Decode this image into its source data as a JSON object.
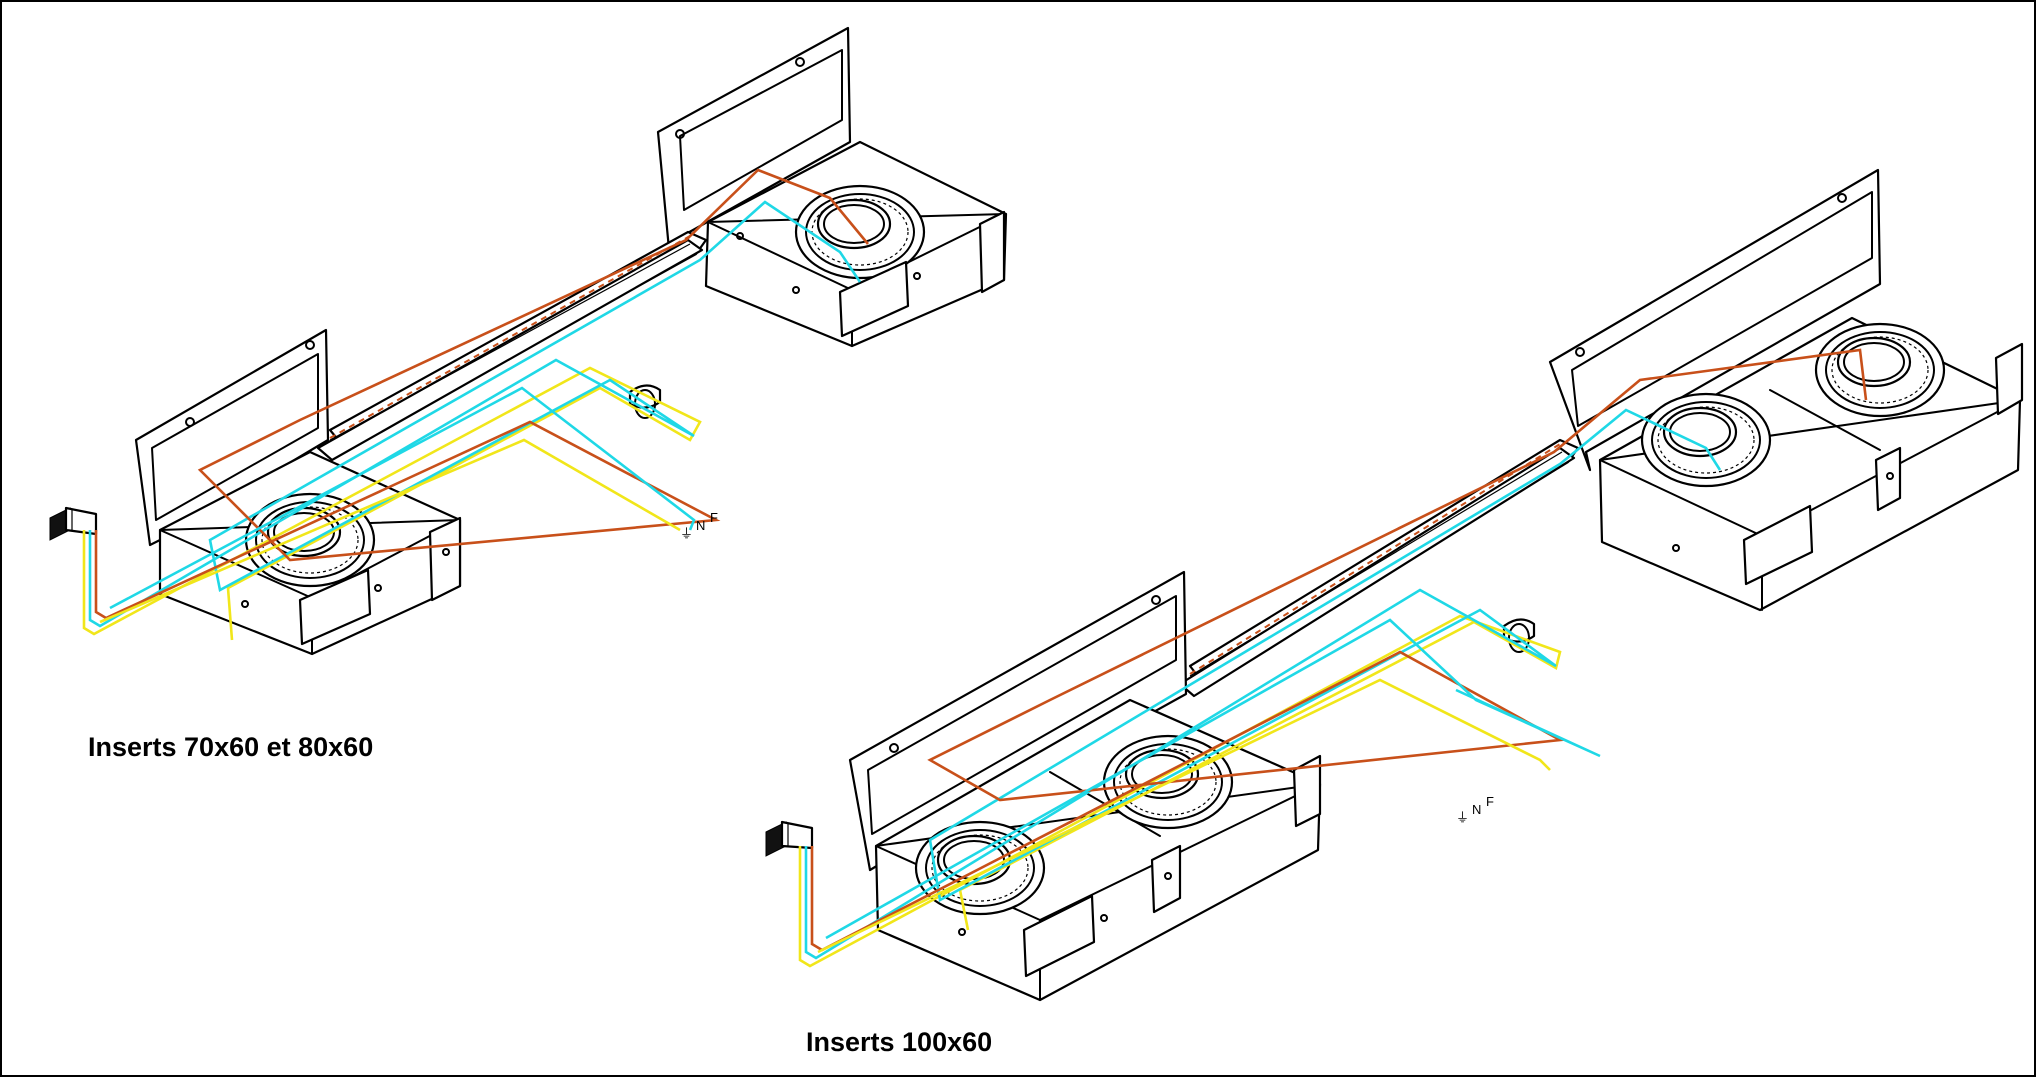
{
  "captions": {
    "small_inserts": "Inserts 70x60 et 80x60",
    "large_inserts": "Inserts 100x60"
  },
  "terminal_labels": {
    "earth": "⏚",
    "neutral": "N",
    "phase": "F"
  },
  "wire_colors": {
    "phase": "#c8501a",
    "neutral": "#1fd8e6",
    "earth": "#f1e61a",
    "outline": "#000000"
  }
}
